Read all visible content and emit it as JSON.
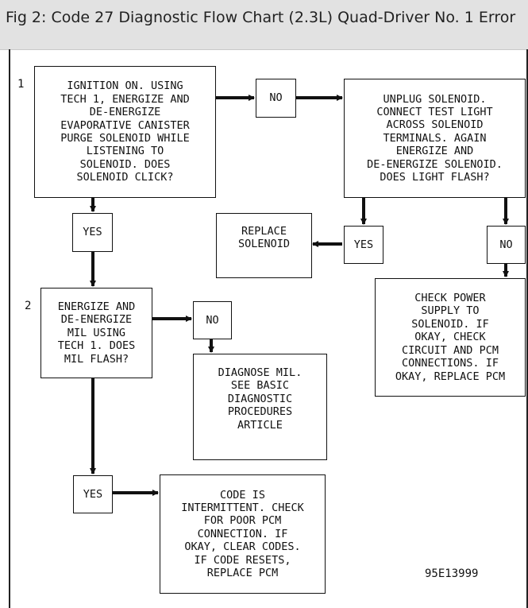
{
  "header": {
    "title": "Fig 2: Code 27 Diagnostic Flow Chart (2.3L) Quad-Driver No. 1 Error"
  },
  "steps": {
    "step1_number": "1",
    "step1_text": "IGNITION ON. USING\nTECH 1, ENERGIZE AND\nDE-ENERGIZE\nEVAPORATIVE CANISTER\nPURGE SOLENOID WHILE\nLISTENING TO\nSOLENOID. DOES\nSOLENOID CLICK?",
    "step2_number": "2",
    "step2_text": "ENERGIZE AND\nDE-ENERGIZE\nMIL USING\nTECH 1. DOES\nMIL FLASH?"
  },
  "decisions": {
    "step1_no": "NO",
    "step1_yes": "YES",
    "light_yes": "YES",
    "light_no": "NO",
    "step2_no": "NO",
    "step2_yes": "YES"
  },
  "actions": {
    "unplug_solenoid": "UNPLUG SOLENOID.\nCONNECT TEST LIGHT\nACROSS SOLENOID\nTERMINALS. AGAIN\nENERGIZE AND\nDE-ENERGIZE SOLENOID.\nDOES LIGHT FLASH?",
    "replace_solenoid": "REPLACE\nSOLENOID",
    "check_power": "CHECK POWER\nSUPPLY TO\nSOLENOID. IF\nOKAY, CHECK\nCIRCUIT AND PCM\nCONNECTIONS. IF\nOKAY, REPLACE PCM",
    "diagnose_mil": "DIAGNOSE MIL.\nSEE BASIC\nDIAGNOSTIC\nPROCEDURES\nARTICLE",
    "code_intermittent": "CODE IS\nINTERMITTENT. CHECK\nFOR POOR PCM\nCONNECTION. IF\nOKAY, CLEAR CODES.\nIF CODE RESETS,\nREPLACE PCM"
  },
  "figure_id": "95E13999",
  "colors": {
    "header_bg": "#e2e2e2",
    "line": "#111111"
  }
}
